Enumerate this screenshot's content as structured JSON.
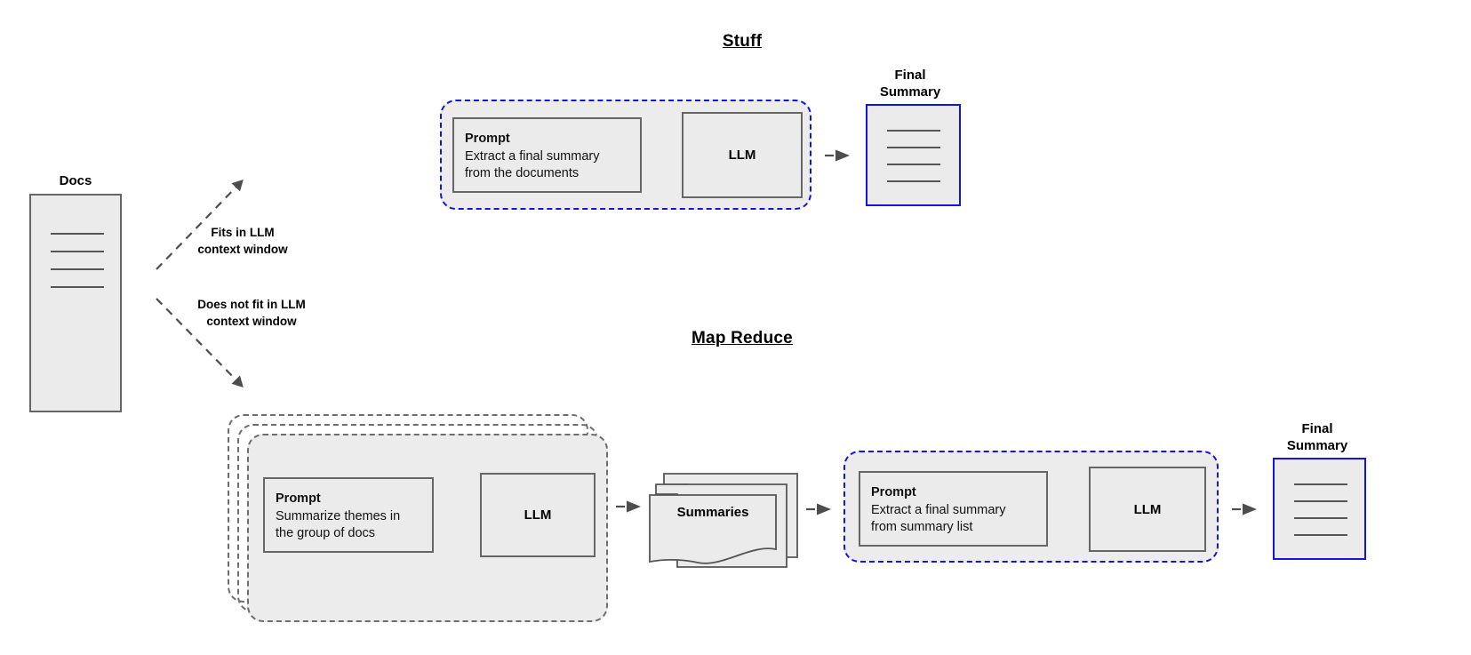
{
  "diagram": {
    "sections": {
      "stuff_title": "Stuff",
      "map_reduce_title": "Map Reduce"
    },
    "source": {
      "label": "Docs",
      "line_count": 4
    },
    "branches": [
      {
        "label": "Fits in LLM\ncontext window",
        "line1": "Fits in LLM",
        "line2": "context window"
      },
      {
        "label": "Does not fit in LLM\ncontext window",
        "line1": "Does not fit in LLM",
        "line2": "context window"
      }
    ],
    "stuff": {
      "prompt": {
        "title": "Prompt",
        "body": "Extract a final summary\nfrom the documents"
      },
      "llm_label": "LLM",
      "final_summary": {
        "caption_line1": "Final",
        "caption_line2": "Summary",
        "line_count": 4
      }
    },
    "map_reduce": {
      "map_stage": {
        "stack_count": 3,
        "prompt": {
          "title": "Prompt",
          "body": "Summarize themes in\nthe group of docs"
        },
        "llm_label": "LLM"
      },
      "summaries": {
        "label": "Summaries",
        "stack_count": 3
      },
      "reduce_stage": {
        "prompt": {
          "title": "Prompt",
          "body": "Extract a final summary\nfrom summary list"
        },
        "llm_label": "LLM"
      },
      "final_summary": {
        "caption_line1": "Final",
        "caption_line2": "Summary",
        "line_count": 4
      }
    },
    "colors": {
      "accent_blue": "#1414e0",
      "box_border_gray": "#666666",
      "fill_gray": "#ebebeb",
      "group_fill": "#ececec",
      "dashed_gray": "#6d6d6d",
      "arrow_gray": "#4d4d4d"
    }
  }
}
